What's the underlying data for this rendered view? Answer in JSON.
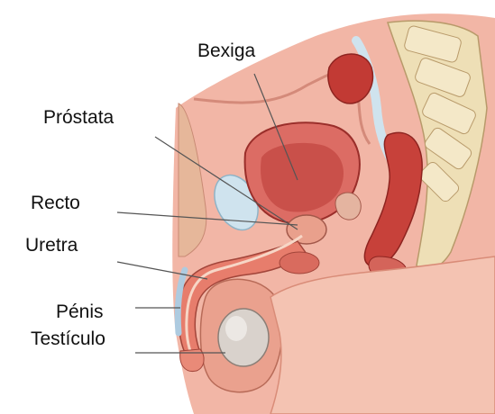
{
  "labels": {
    "bexiga": "Bexiga",
    "prostata": "Próstata",
    "recto": "Recto",
    "uretra": "Uretra",
    "penis": "Pénis",
    "testiculo": "Testículo"
  },
  "colors": {
    "skin": "#f2b6a6",
    "skin_dark": "#e08e7e",
    "tissue": "#e0705e",
    "organ_red": "#b83a34",
    "bladder_inner": "#c9504a",
    "bone": "#eedfb6",
    "cartilage": "#cfe3ee",
    "testis": "#d9d2cc",
    "leader_line": "#555555"
  }
}
